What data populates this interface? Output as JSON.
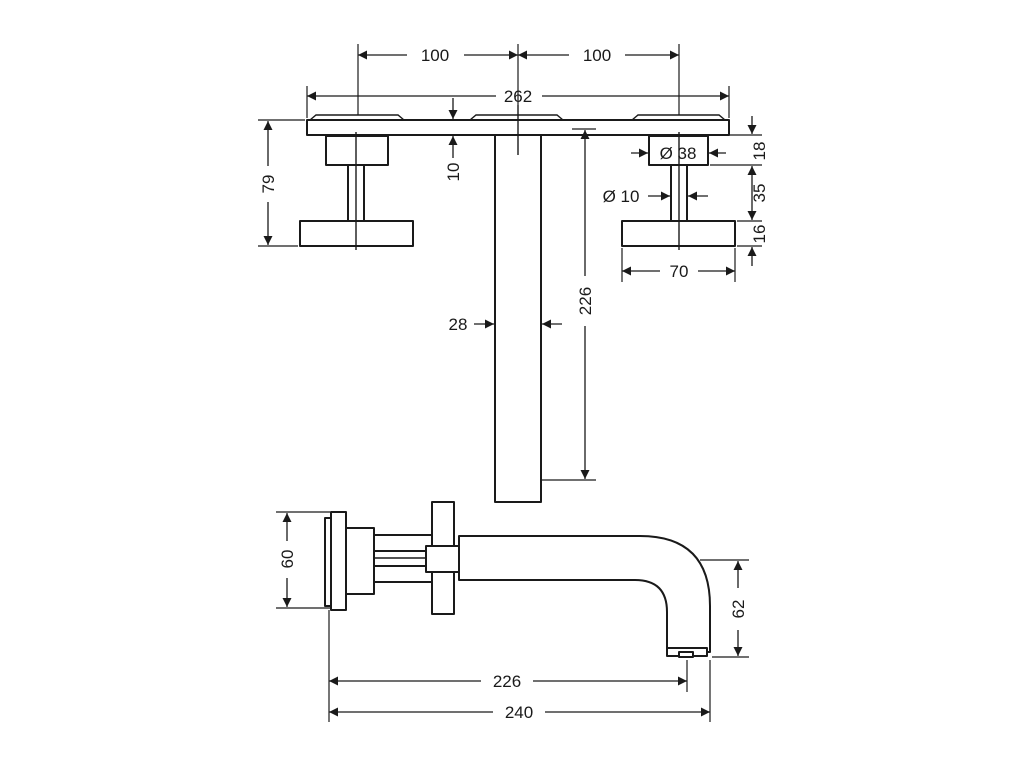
{
  "drawing": {
    "color": "#1a1a1a",
    "background": "#ffffff",
    "top_view_dimensions": {
      "handle_spacing_left": "100",
      "handle_spacing_right": "100",
      "plate_width": "262",
      "plate_thickness": "10",
      "handle_height": "79",
      "rosette_diameter": "Ø 38",
      "rosette_height": "18",
      "stem_diameter": "Ø 10",
      "stem_height": "35",
      "handle_thickness": "16",
      "handle_width": "70",
      "spout_width": "28",
      "spout_length": "226"
    },
    "side_view_dimensions": {
      "plate_height": "60",
      "outlet_drop": "62",
      "spout_projection": "226",
      "total_projection": "240"
    }
  }
}
